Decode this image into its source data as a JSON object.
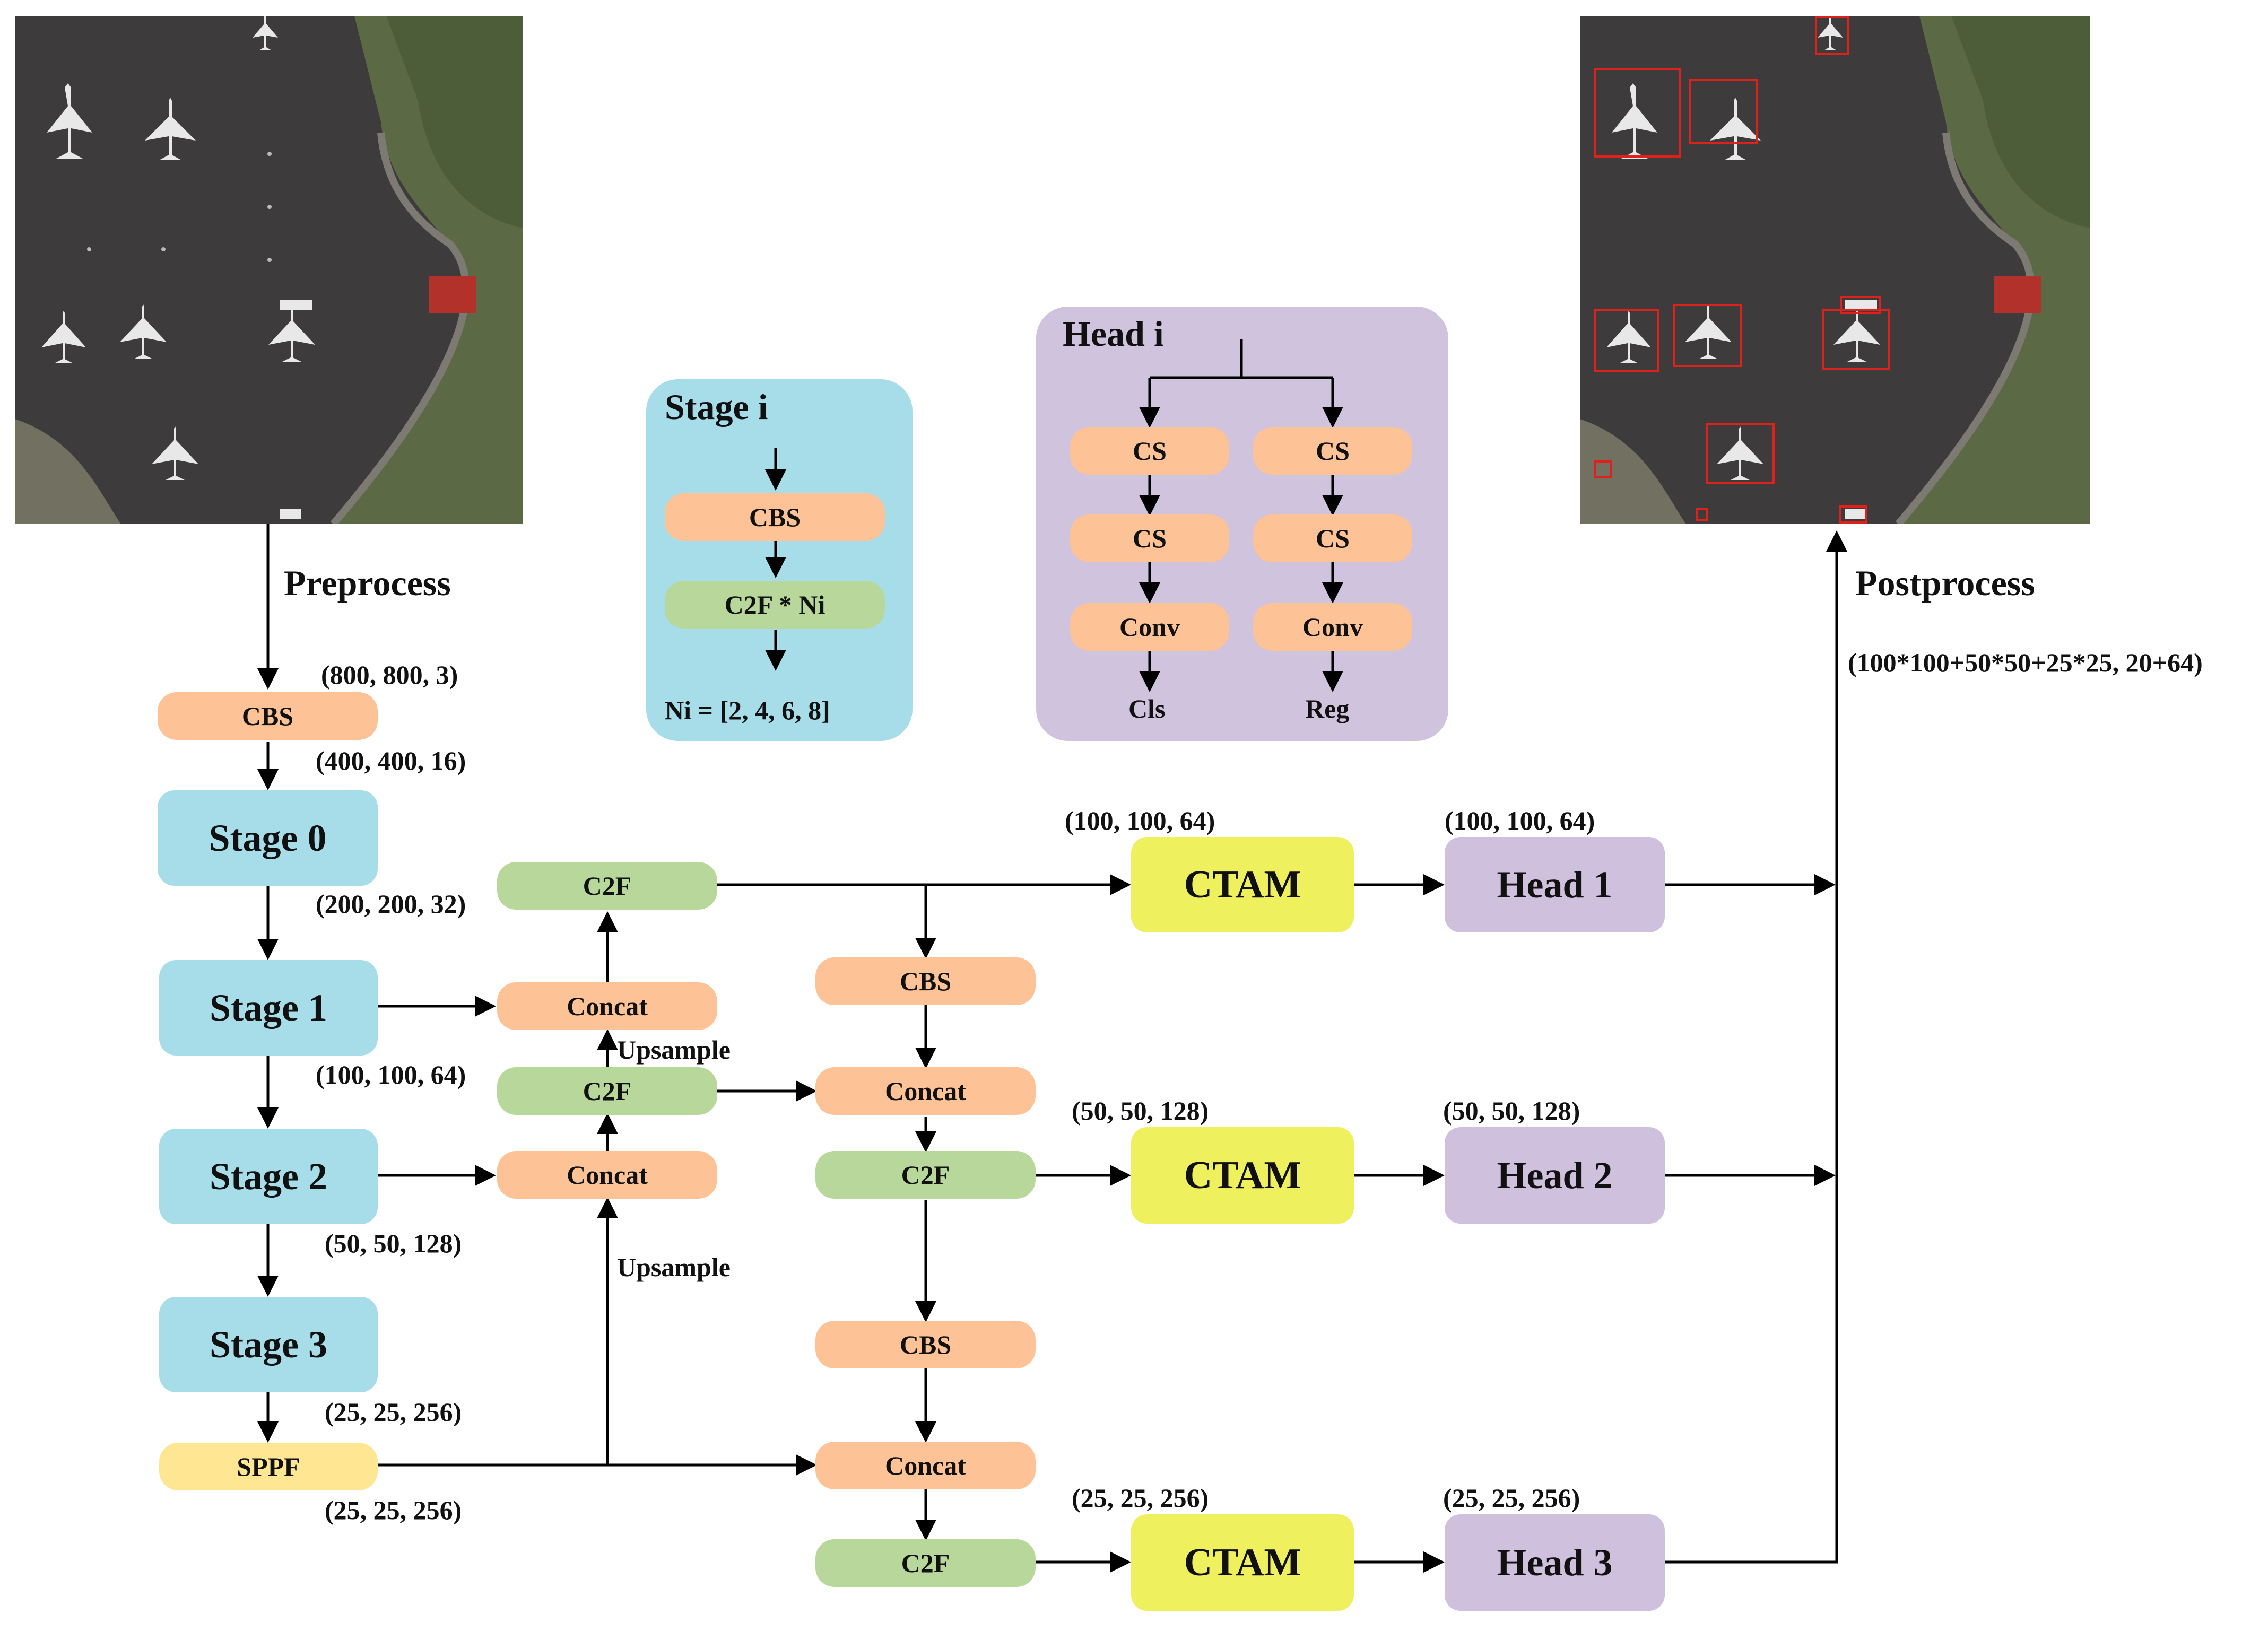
{
  "pipeline": {
    "preprocess": "Preprocess",
    "postprocess": "Postprocess",
    "output_shape": "(100*100+50*50+25*25, 20+64)"
  },
  "backbone": {
    "cbs": "CBS",
    "stage0": "Stage 0",
    "stage1": "Stage 1",
    "stage2": "Stage 2",
    "stage3": "Stage 3",
    "sppf": "SPPF",
    "shape_input": "(800, 800, 3)",
    "shape_cbs": "(400, 400, 16)",
    "shape_stage0": "(200, 200, 32)",
    "shape_stage1": "(100, 100, 64)",
    "shape_stage2": "(50, 50, 128)",
    "shape_stage3": "(25, 25, 256)",
    "shape_sppf": "(25, 25, 256)"
  },
  "neck": {
    "c2f_top": "C2F",
    "concat_1": "Concat",
    "upsample_1": "Upsample",
    "c2f_mid": "C2F",
    "concat_2": "Concat",
    "upsample_2": "Upsample",
    "cbs_1": "CBS",
    "concat_3": "Concat",
    "c2f_3": "C2F",
    "cbs_2": "CBS",
    "concat_4": "Concat",
    "c2f_4": "C2F"
  },
  "detect": {
    "ctam": "CTAM",
    "head1": "Head 1",
    "head2": "Head 2",
    "head3": "Head 3",
    "shape_ctam1": "(100, 100, 64)",
    "shape_head1": "(100, 100, 64)",
    "shape_ctam2": "(50, 50, 128)",
    "shape_head2": "(50, 50, 128)",
    "shape_ctam3": "(25, 25, 256)",
    "shape_head3": "(25, 25, 256)"
  },
  "stage_panel": {
    "title": "Stage i",
    "cbs": "CBS",
    "c2f": "C2F * Ni",
    "note": "Ni = [2, 4, 6, 8]"
  },
  "head_panel": {
    "title": "Head i",
    "cs": "CS",
    "conv": "Conv",
    "cls": "Cls",
    "reg": "Reg"
  },
  "colors": {
    "orange": "#fdc295",
    "green": "#b8d79a",
    "stage_blue": "#a6dde8",
    "ctam_yellow": "#eef05e",
    "head_purple": "#cfc0de",
    "sppf_yellow": "#ffe693",
    "stage_panel_bg": "#a6dde8",
    "head_panel_bg": "#d0c3dd",
    "detection_box": "#e0201b"
  }
}
